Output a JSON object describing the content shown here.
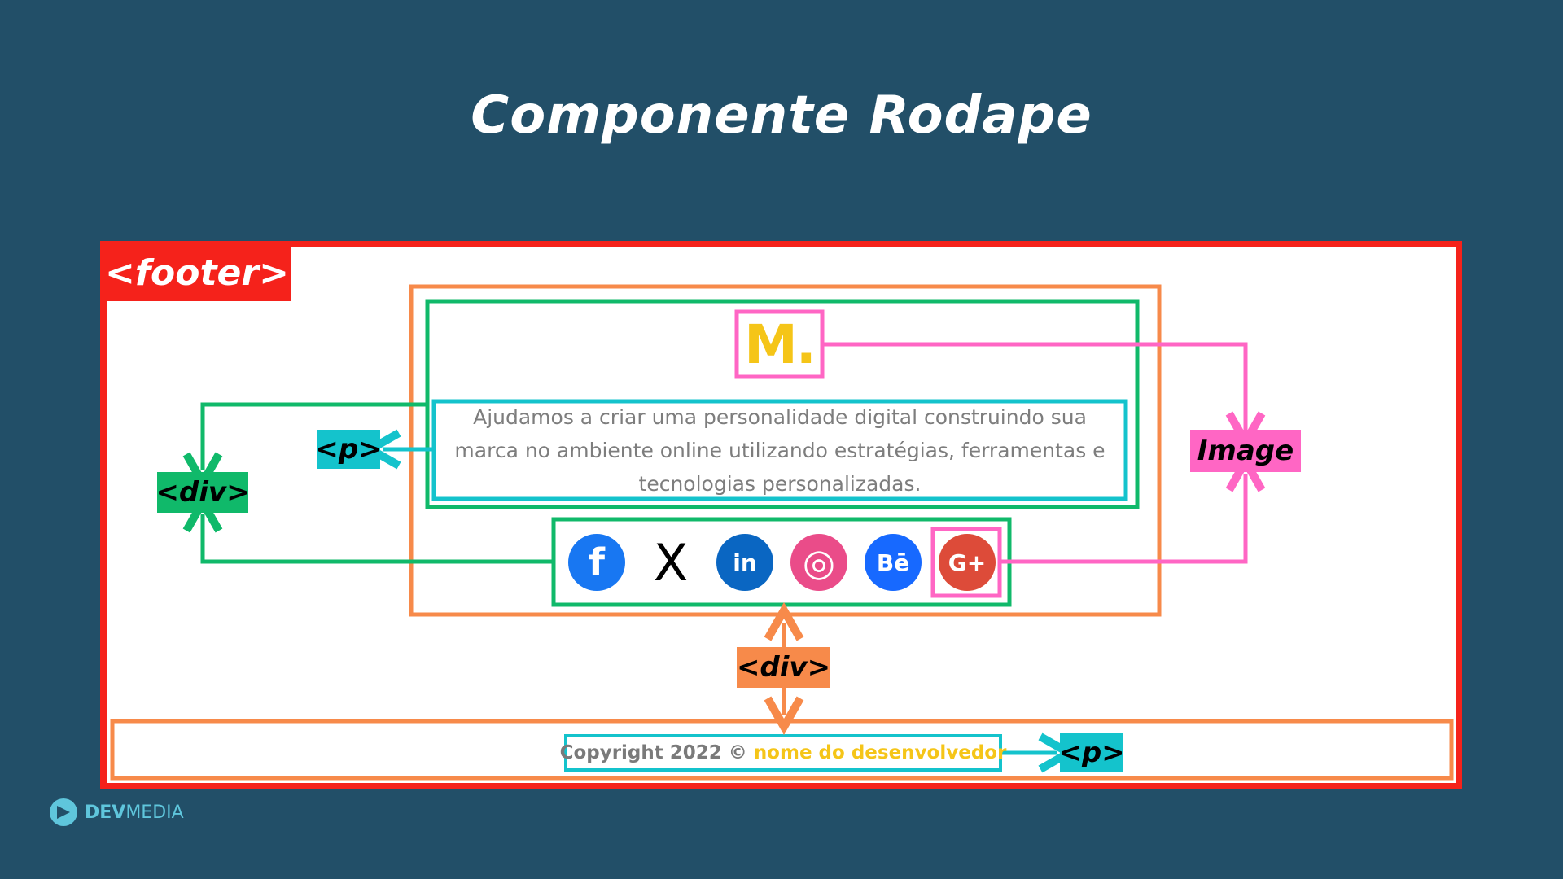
{
  "title": "Componente Rodape",
  "labels": {
    "footer": "<footer>",
    "div_left": "<div>",
    "p_left": "<p>",
    "image": "Image",
    "div_bottom": "<div>",
    "p_bottom": "<p>"
  },
  "content": {
    "logo": "M.",
    "description": "Ajudamos a criar uma personalidade digital construindo sua marca no ambiente online utilizando estratégias, ferramentas e tecnologias personalizadas.",
    "copyright_prefix": "Copyright 2022 ©",
    "copyright_name": "nome do desenvolvedor"
  },
  "social_icons": [
    {
      "name": "facebook-icon",
      "glyph": "f",
      "color": "#1877f2"
    },
    {
      "name": "x-icon",
      "glyph": "X",
      "color": "#000000"
    },
    {
      "name": "linkedin-icon",
      "glyph": "in",
      "color": "#0a66c2"
    },
    {
      "name": "dribbble-icon",
      "glyph": "◎",
      "color": "#ea4c89"
    },
    {
      "name": "behance-icon",
      "glyph": "Bē",
      "color": "#1769ff"
    },
    {
      "name": "google-plus-icon",
      "glyph": "G+",
      "color": "#dd4b39"
    }
  ],
  "brand": {
    "part1": "DEV",
    "part2": "MEDIA"
  },
  "colors": {
    "background": "#224f68",
    "footer": "#f5221b",
    "orange": "#f78a4a",
    "green": "#10b96a",
    "cyan": "#14c3cc",
    "pink": "#ff66c4",
    "logo_yellow": "#f5c518"
  }
}
